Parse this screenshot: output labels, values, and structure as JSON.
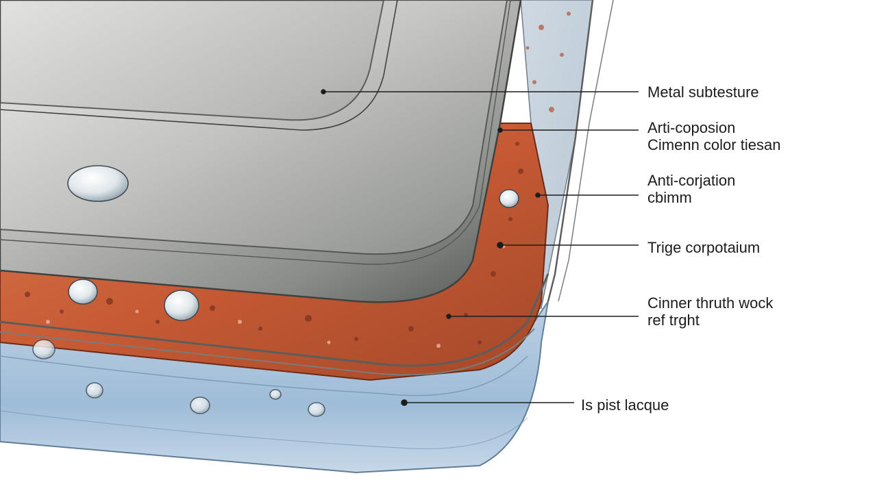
{
  "palette": {
    "metal_light": "#d4d4d2",
    "metal_mid": "#a7a8a6",
    "metal_dark": "#6f716f",
    "rust": "#c9613a",
    "rust_dark": "#8e3a22",
    "lacquer": "#a9c3dc",
    "lacquer_dark": "#6d93b8",
    "ink": "#1c1c1c"
  },
  "labels": [
    {
      "id": "metal-substrate",
      "lines": [
        "Metal subtesture"
      ]
    },
    {
      "id": "anti-corrosion-color",
      "lines": [
        "Arti-coposion",
        "Cimenn color tiesan"
      ]
    },
    {
      "id": "anti-corrosion-coat",
      "lines": [
        "Anti-corjation",
        "cbimm"
      ]
    },
    {
      "id": "triple-corrosion",
      "lines": [
        "Trige corpotaium"
      ]
    },
    {
      "id": "inner-coat",
      "lines": [
        "Cinner thruth wock",
        "ref trght"
      ]
    },
    {
      "id": "lacquer-layer",
      "lines": [
        "Is pist lacque"
      ]
    }
  ]
}
